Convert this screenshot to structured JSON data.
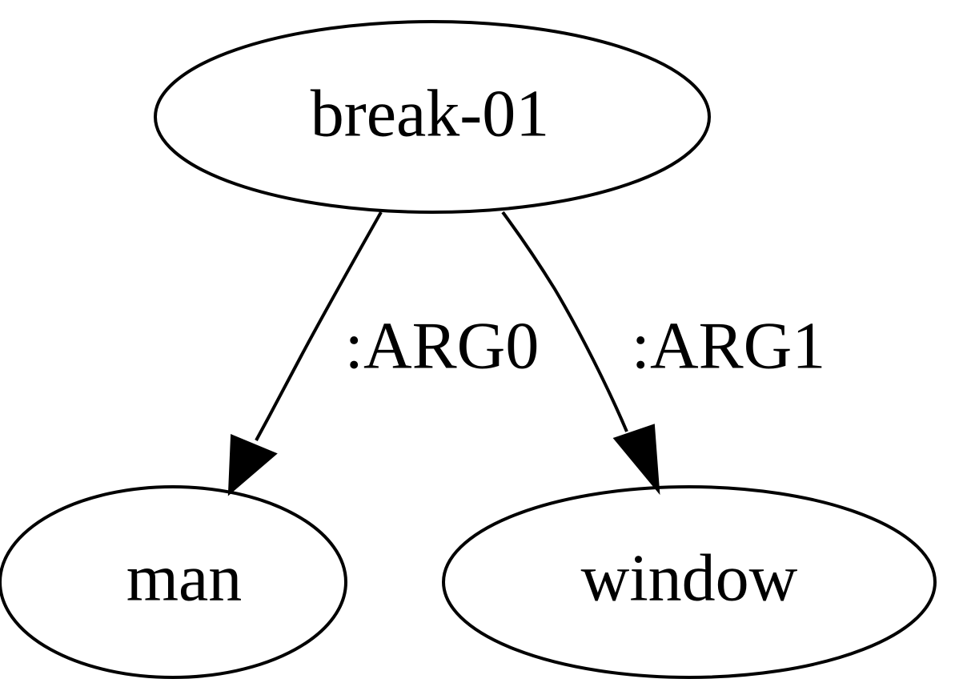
{
  "graph": {
    "nodes": {
      "root": {
        "label": "break-01"
      },
      "man": {
        "label": "man"
      },
      "window": {
        "label": "window"
      }
    },
    "edges": {
      "arg0": {
        "label": ":ARG0"
      },
      "arg1": {
        "label": ":ARG1"
      }
    }
  }
}
